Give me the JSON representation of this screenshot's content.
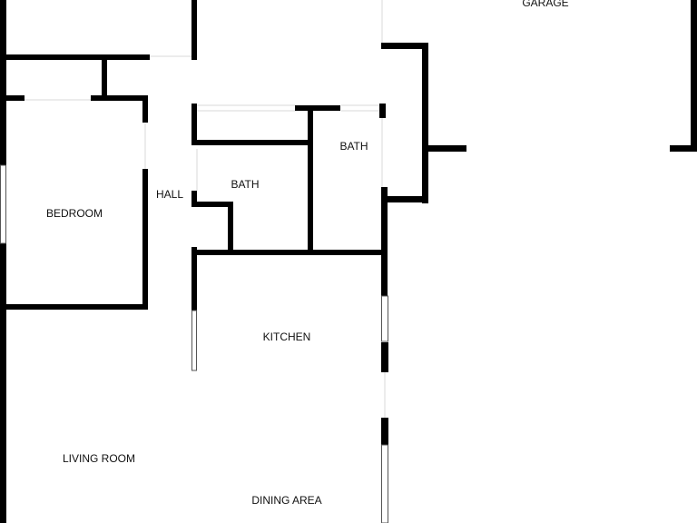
{
  "rooms": {
    "garage": "GARAGE",
    "bath_upper": "BATH",
    "bath_lower": "BATH",
    "hall": "HALL",
    "bedroom": "BEDROOM",
    "kitchen": "KITCHEN",
    "living_room": "LIVING ROOM",
    "dining_area": "DINING AREA"
  },
  "colors": {
    "wall": "#000000",
    "window_fill": "#ffffff",
    "window_stroke": "#555555",
    "opening": "#e6e6e6",
    "background": "#ffffff"
  }
}
